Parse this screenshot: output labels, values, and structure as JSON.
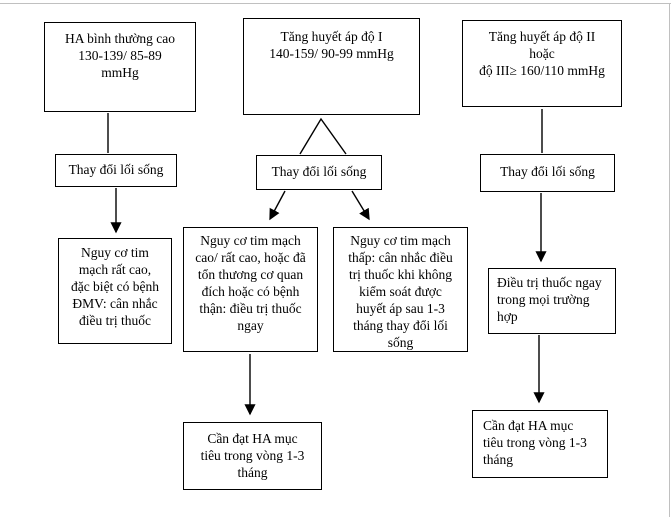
{
  "colors": {
    "box_border": "#000000",
    "text": "#000000",
    "background": "#ffffff",
    "page_edge": "#c0c0c0"
  },
  "flowchart": {
    "top_row": {
      "normal_high_bp": "HA bình thường cao\n130-139/ 85-89\nmmHg",
      "grade1_htn": "Tăng huyết áp độ I\n140-159/ 90-99 mmHg",
      "grade2_3_htn": "Tăng huyết áp độ II\nhoặc\nđộ III≥ 160/110 mmHg"
    },
    "lifestyle_row": {
      "left": "Thay đổi lối sống",
      "middle": "Thay đổi lối sống",
      "right": "Thay đổi lối sống"
    },
    "risk_row": {
      "very_high_risk": "Nguy cơ tim\nmạch rất cao,\nđặc biệt có bệnh\nĐMV: cân nhắc\nđiều trị thuốc",
      "high_risk": "Nguy cơ tim mạch\ncao/ rất cao, hoặc đã\ntổn thương cơ quan\nđích hoặc có bệnh\nthận: điều trị thuốc\nngay",
      "low_risk": "Nguy cơ tim mạch\nthấp: cân nhắc điều\ntrị thuốc khi không\nkiểm soát được\nhuyết áp sau 1-3\ntháng thay đổi lối\nsống",
      "treat_immediately": "Điều trị thuốc ngay\ntrong mọi trường\nhợp"
    },
    "target_row": {
      "target_middle": "Cần đạt HA mục\ntiêu trong vòng 1-3\ntháng",
      "target_right": "Cần đạt HA mục\ntiêu trong vòng 1-3\ntháng"
    }
  }
}
